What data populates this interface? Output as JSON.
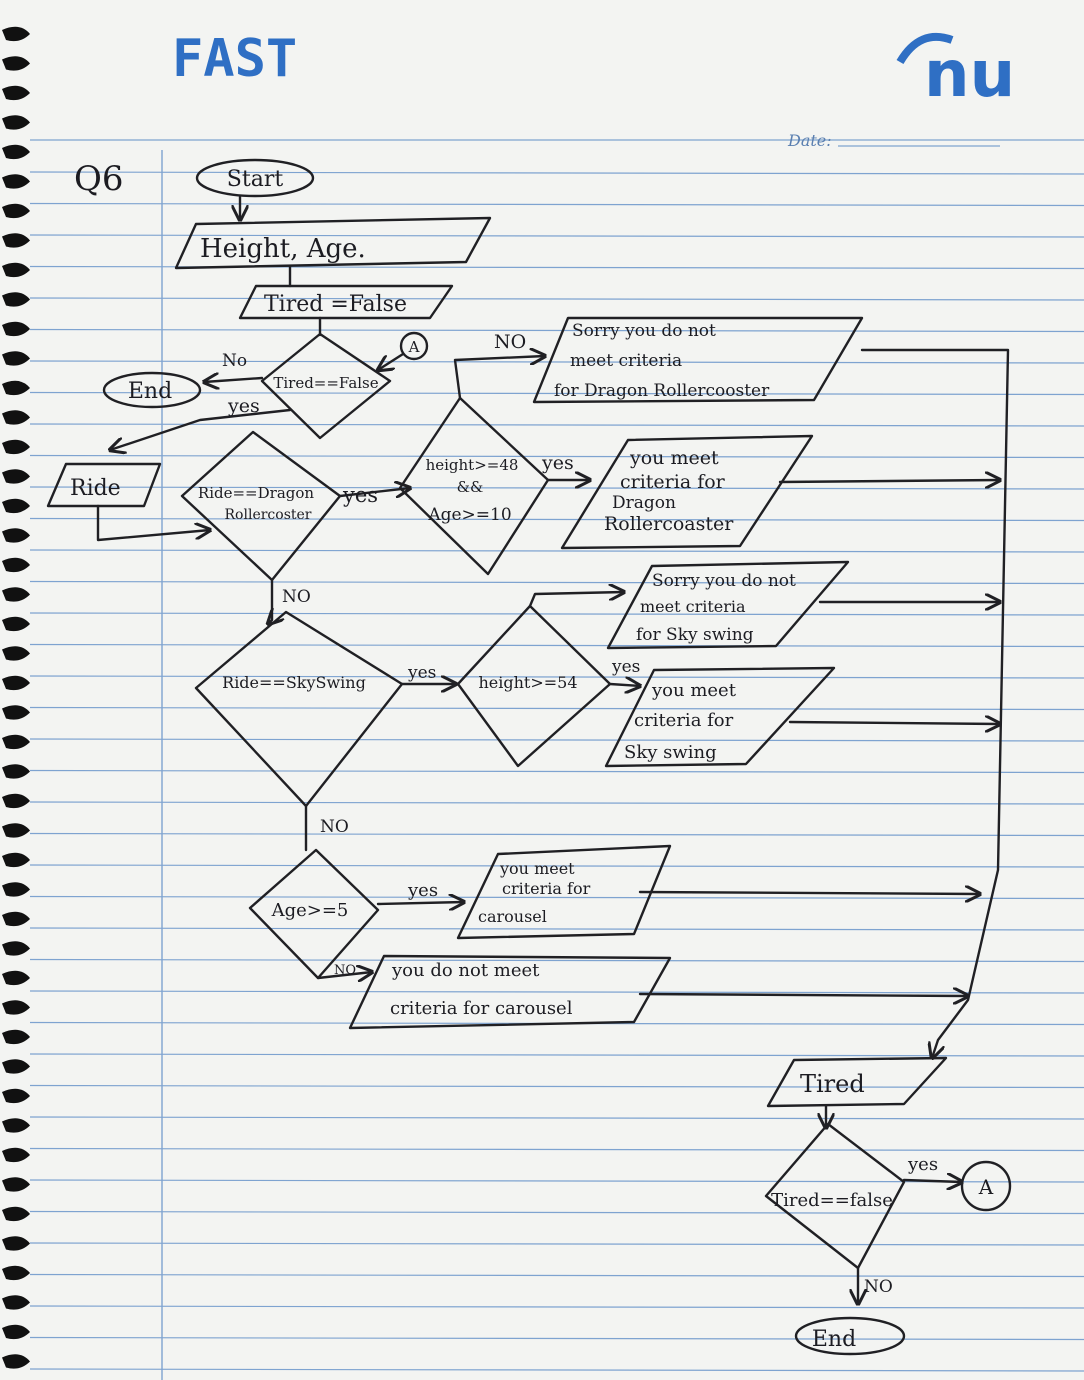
{
  "header": {
    "left_logo": "FAST",
    "right_logo": "nu",
    "date_label": "Date:"
  },
  "question_label": "Q6",
  "nodes": {
    "start": "Start",
    "input_height_age": "Height, Age.",
    "set_tired": "Tired =False",
    "dec_tired_top": "Tired==False",
    "connector_a_top": "A",
    "end_top": "End",
    "ride_input": "Ride",
    "dec_dragon": [
      "Ride==Dragon",
      "Rollercoster"
    ],
    "dec_height_age": [
      "height>=48",
      "&&",
      "Age>=10"
    ],
    "msg_no_dragon": [
      "Sorry you do not",
      "meet criteria",
      "for Dragon Rollercooster"
    ],
    "msg_yes_dragon": [
      "you meet",
      "criteria for",
      "Dragon",
      "Rollercoaster"
    ],
    "dec_skyswing": "Ride==SkySwing",
    "dec_height54": "height>=54",
    "msg_no_sky": [
      "Sorry you do not",
      "meet criteria",
      "for Sky swing"
    ],
    "msg_yes_sky": [
      "you meet",
      "criteria for",
      "Sky swing"
    ],
    "dec_age5": "Age>=5",
    "msg_yes_carousel": [
      "you meet",
      "criteria for",
      "carousel"
    ],
    "msg_no_carousel": [
      "you do not meet",
      "criteria for carousel"
    ],
    "input_tired": "Tired",
    "dec_tired_bottom": "Tired==false",
    "connector_a_bottom": "A",
    "end_bottom": "End"
  },
  "edge_labels": {
    "no_end": "No",
    "yes_ride": "yes",
    "no_msg_dragon": "NO",
    "yes_height": "yes",
    "yes_meet_dragon": "yes",
    "no_sky": "NO",
    "yes_sky": "yes",
    "yes_meet_sky": "yes",
    "no_age": "NO",
    "yes_carousel": "yes",
    "no_carousel": "NO",
    "yes_a": "yes",
    "no_end_bottom": "NO"
  },
  "colors": {
    "ink": "#202024",
    "ruling": "#7ea3d0",
    "brand_blue": "#2f6fc4",
    "paper": "#f3f4f2"
  }
}
